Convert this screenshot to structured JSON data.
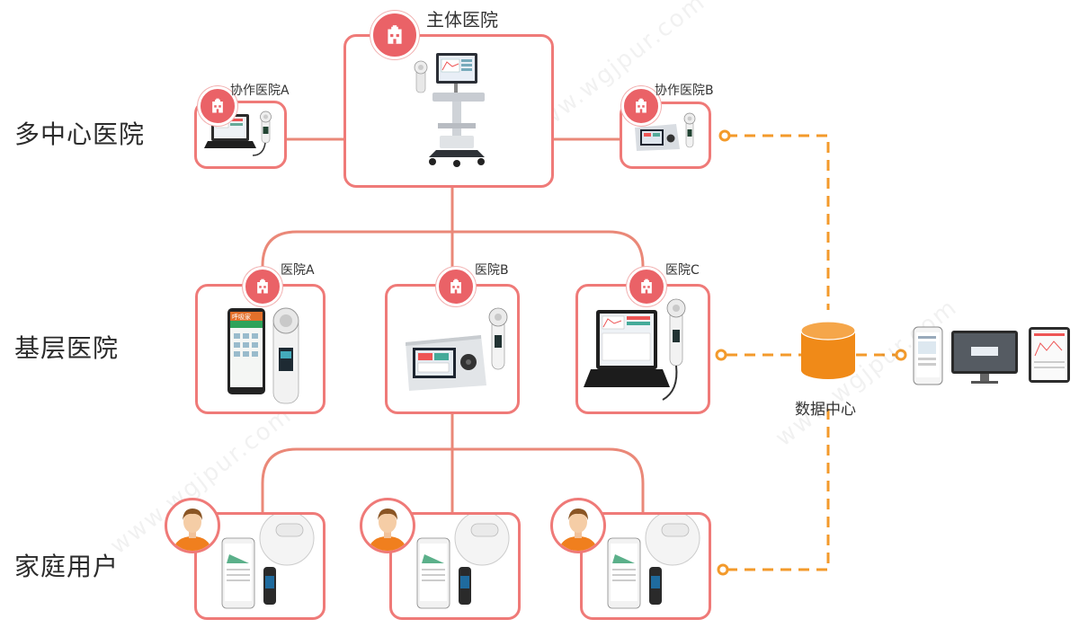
{
  "tiers": {
    "multi_center": "多中心医院",
    "primary": "基层医院",
    "home": "家庭用户"
  },
  "hospitals": {
    "main": "主体医院",
    "collab_a": "协作医院A",
    "collab_b": "协作医院B",
    "hosp_a": "医院A",
    "hosp_b": "医院B",
    "hosp_c": "医院C"
  },
  "data_center": {
    "label": "数据中心"
  },
  "device_screen_text": "呼吸家",
  "watermark": "www.wgjpur.com",
  "colors": {
    "box_border": "#ef7a78",
    "badge": "#ea6267",
    "tree_line": "#ea8878",
    "dashed_line": "#f39a2b",
    "data_center": "#f08a18"
  },
  "icons": {
    "hospital_badge": "hospital-icon",
    "user": "user-icon",
    "data_center": "database-icon"
  }
}
